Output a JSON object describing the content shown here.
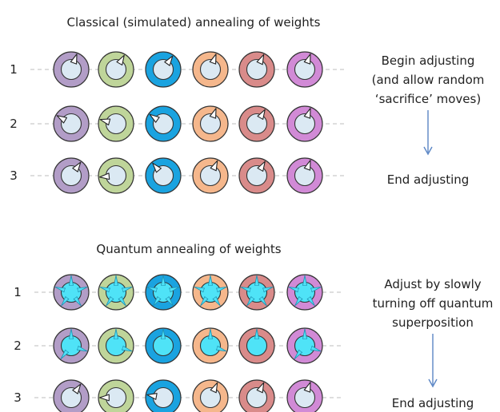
{
  "classical": {
    "title": "Classical (simulated) annealing of weights",
    "rows": [
      {
        "label": "1",
        "needle_angles_deg": [
          20,
          30,
          35,
          20,
          25,
          20
        ]
      },
      {
        "label": "2",
        "needle_angles_deg": [
          -60,
          -75,
          -55,
          20,
          30,
          20
        ]
      },
      {
        "label": "3",
        "needle_angles_deg": [
          35,
          -95,
          -40,
          25,
          30,
          20
        ]
      }
    ],
    "notes": {
      "begin": [
        "Begin adjusting",
        "(and allow random",
        "‘sacrifice’ moves)"
      ],
      "end": "End adjusting"
    }
  },
  "quantum": {
    "title": "Quantum annealing of weights",
    "rows": [
      {
        "label": "1",
        "spokes": [
          5,
          5,
          5,
          5,
          5,
          5
        ]
      },
      {
        "label": "2",
        "spokes": [
          3,
          2,
          1,
          2,
          1,
          3
        ]
      },
      {
        "label": "3",
        "needle_angles_deg": [
          35,
          -90,
          -80,
          25,
          25,
          20
        ]
      }
    ],
    "notes": {
      "begin": [
        "Adjust by slowly",
        "turning off quantum",
        "superposition"
      ],
      "end": "End adjusting"
    }
  },
  "dial_colors": [
    {
      "outer": "#b29dc7",
      "inner": "#dbe9f3"
    },
    {
      "outer": "#bfd59a",
      "inner": "#dbe9f3"
    },
    {
      "outer": "#1aa3e0",
      "inner": "#dbe9f3"
    },
    {
      "outer": "#f5b78c",
      "inner": "#dbe9f3"
    },
    {
      "outer": "#d98b8a",
      "inner": "#dbe9f3"
    },
    {
      "outer": "#d18ad6",
      "inner": "#dbe9f3"
    }
  ],
  "quantum_fill": "#4fe3f7",
  "arrow_color": "#5b86c5"
}
